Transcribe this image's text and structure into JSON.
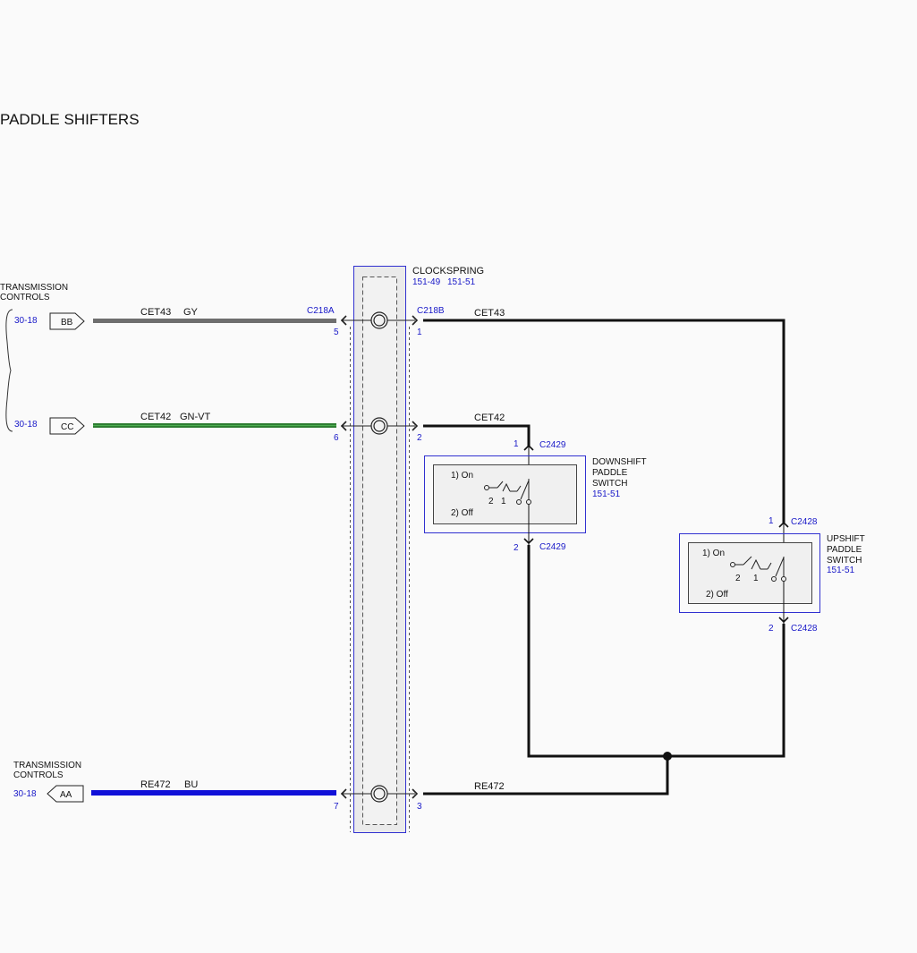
{
  "title": "PADDLE SHIFTERS",
  "colors": {
    "gy": "#6e6e6e",
    "gn": "#2e7d32",
    "gn_stripe": "#3a9a3e",
    "bu": "#1010d8",
    "ref_blue": "#1818c8",
    "outline_blue": "#3030d0",
    "black": "#111111"
  },
  "transmission_controls_top": {
    "label_line1": "TRANSMISSION",
    "label_line2": "CONTROLS",
    "ref_bb": "30-18",
    "ref_cc": "30-18",
    "pin_bb": "BB",
    "pin_cc": "CC"
  },
  "transmission_controls_bottom": {
    "label_line1": "TRANSMISSION",
    "label_line2": "CONTROLS",
    "ref_aa": "30-18",
    "pin_aa": "AA"
  },
  "wires": {
    "w1_circuit": "CET43",
    "w1_color": "GY",
    "w2_circuit": "CET42",
    "w2_color": "GN-VT",
    "w3_circuit": "RE472",
    "w3_color": "BU",
    "right_w1": "CET43",
    "right_w2": "CET42",
    "right_w3": "RE472"
  },
  "clockspring": {
    "label": "CLOCKSPRING",
    "ref1": "151-49",
    "ref2": "151-51",
    "conn_left": "C218A",
    "conn_right": "C218B",
    "pin_left_1": "5",
    "pin_left_2": "6",
    "pin_left_3": "7",
    "pin_right_1": "1",
    "pin_right_2": "2",
    "pin_right_3": "3"
  },
  "downshift": {
    "label_line1": "DOWNSHIFT",
    "label_line2": "PADDLE",
    "label_line3": "SWITCH",
    "ref": "151-51",
    "conn_top": "C2429",
    "conn_bottom": "C2429",
    "pin_top": "1",
    "pin_bottom": "2",
    "state_on": "1) On",
    "state_off": "2) Off",
    "pos2": "2",
    "pos1": "1"
  },
  "upshift": {
    "label_line1": "UPSHIFT",
    "label_line2": "PADDLE",
    "label_line3": "SWITCH",
    "ref": "151-51",
    "conn_top": "C2428",
    "conn_bottom": "C2428",
    "pin_top": "1",
    "pin_bottom": "2",
    "state_on": "1) On",
    "state_off": "2) Off",
    "pos2": "2",
    "pos1": "1"
  }
}
